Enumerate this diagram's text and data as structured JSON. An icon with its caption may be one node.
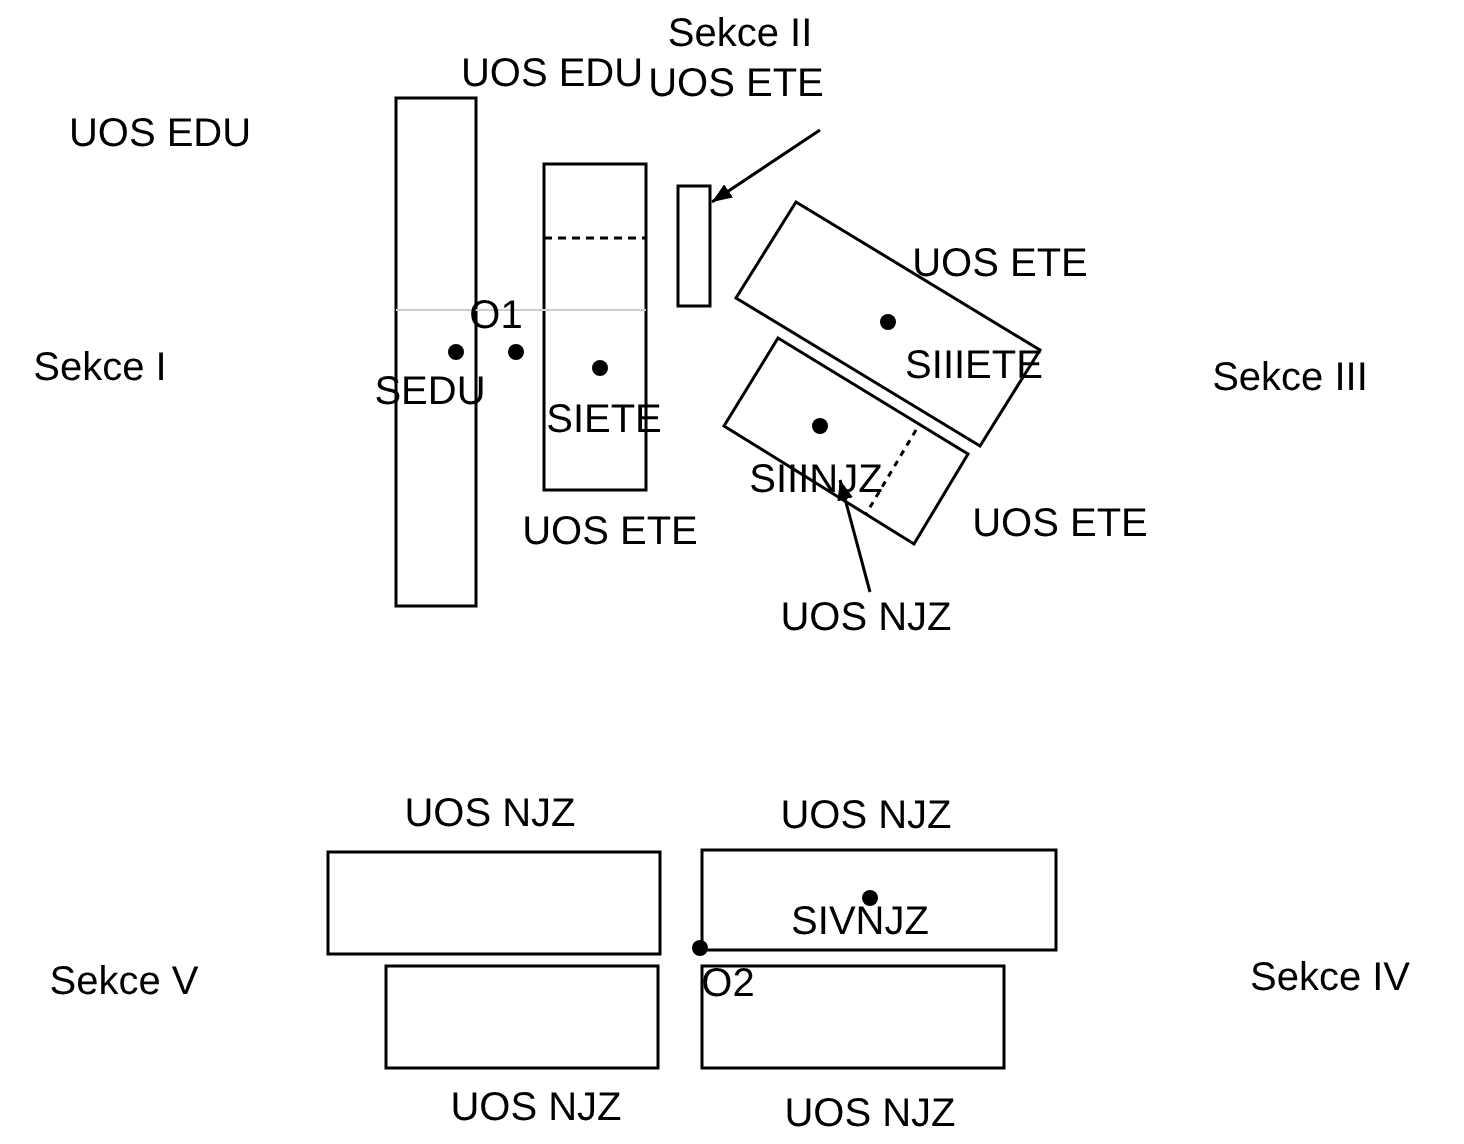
{
  "diagram": {
    "nodes": [
      {
        "text": [
          "Sekce II",
          "UOS ETE"
        ]
      },
      {
        "text": [],
        "shape": "box"
      },
      {
        "text": [
          "UOS NJZ"
        ]
      },
      {
        "text": [],
        "shape": "box"
      }
    ],
    "edges": [
      {
        "from": 0,
        "to": 1,
        "arrow": "to"
      },
      {
        "from": 2,
        "to": 3,
        "arrow": "to"
      }
    ],
    "labels": [
      "UOS EDU",
      "UOS EDU",
      "UOS ETE",
      "O1",
      "Sekce I",
      "SIIIETE",
      "Sekce III",
      "SEDU",
      "SIETE",
      "SIIINJZ",
      "UOS ETE",
      "UOS ETE",
      "UOS NJZ",
      "UOS NJZ",
      "SIVNJZ",
      "Sekce V",
      "O2",
      "Sekce IV",
      "UOS NJZ",
      "UOS NJZ"
    ]
  }
}
